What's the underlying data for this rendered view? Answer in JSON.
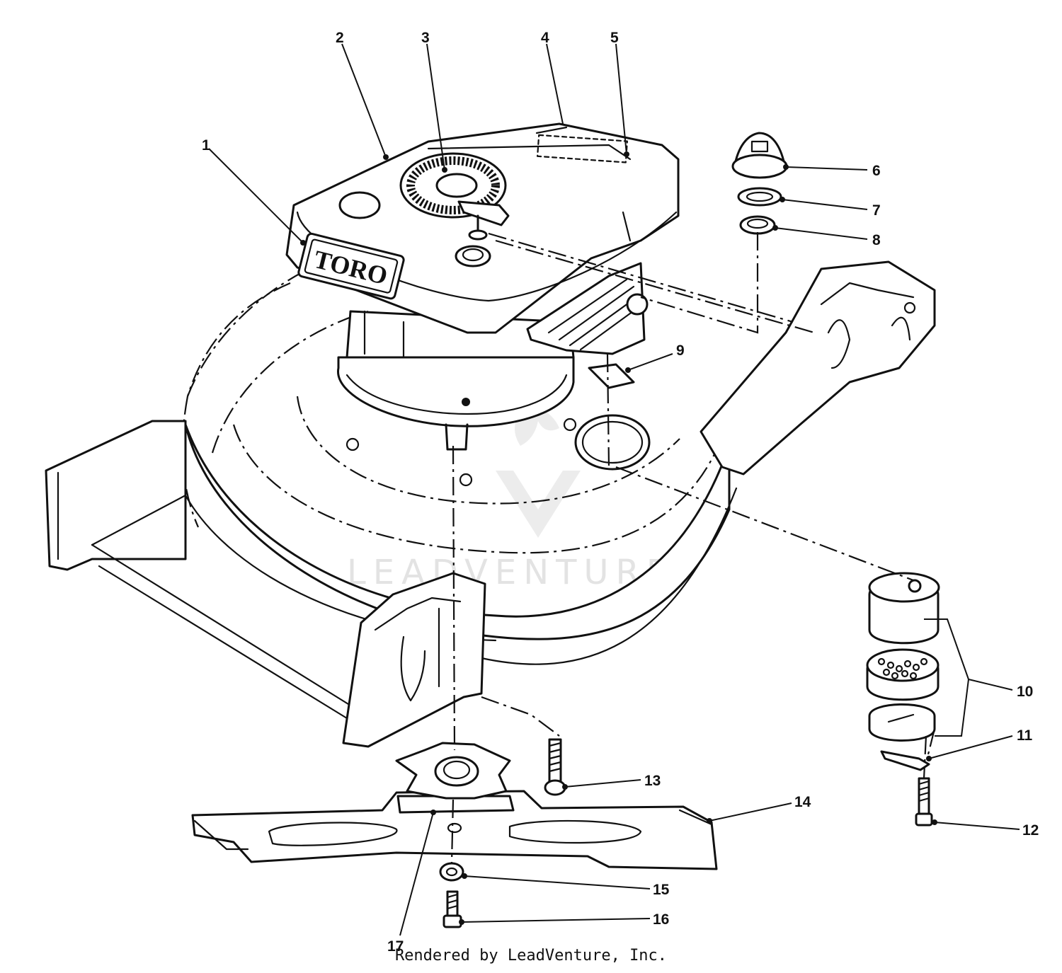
{
  "diagram": {
    "brand_label": "TORO",
    "watermark": "LEADVENTURE",
    "credit": "Rendered by LeadVenture, Inc.",
    "callouts": [
      {
        "id": "1",
        "label": "1"
      },
      {
        "id": "2",
        "label": "2"
      },
      {
        "id": "3",
        "label": "3"
      },
      {
        "id": "4",
        "label": "4"
      },
      {
        "id": "5",
        "label": "5"
      },
      {
        "id": "6",
        "label": "6"
      },
      {
        "id": "7",
        "label": "7"
      },
      {
        "id": "8",
        "label": "8"
      },
      {
        "id": "9",
        "label": "9"
      },
      {
        "id": "10",
        "label": "10"
      },
      {
        "id": "11",
        "label": "11"
      },
      {
        "id": "12",
        "label": "12"
      },
      {
        "id": "13",
        "label": "13"
      },
      {
        "id": "14",
        "label": "14"
      },
      {
        "id": "15",
        "label": "15"
      },
      {
        "id": "16",
        "label": "16"
      },
      {
        "id": "17",
        "label": "17"
      }
    ]
  }
}
